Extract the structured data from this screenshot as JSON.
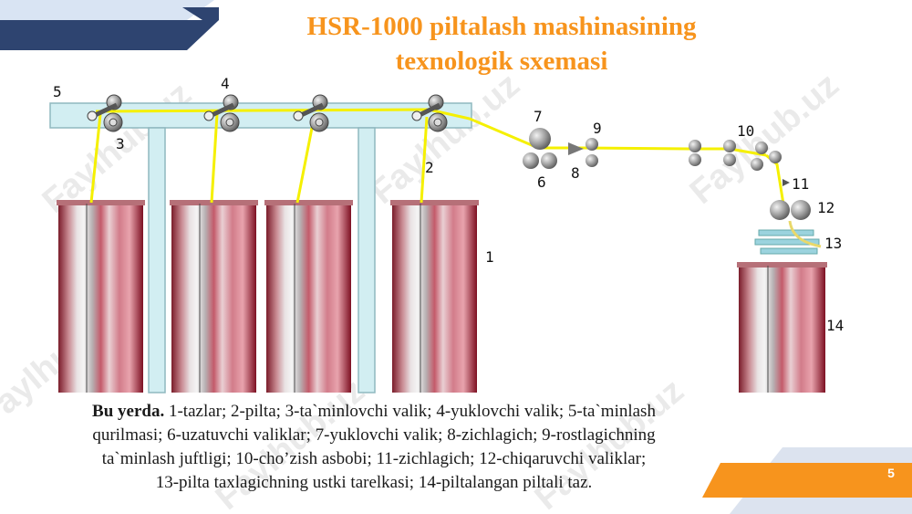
{
  "title_line1": "HSR-1000 piltalash mashinasining",
  "title_line2": "texnologik sxemasi",
  "caption": {
    "bold": "Bu yerda.",
    "line1": "1-tazlar; 2-pilta; 3-ta`minlovchi valik; 4-yuklovchi valik; 5-ta`minlash",
    "line2": "qurilmasi;  6-uzatuvchi valiklar; 7-yuklovchi valik; 8-zichlagich; 9-rostlagichning",
    "line3": "ta`minlash juftligi; 10-cho’zish asbobi; 11-zichlagich; 12-chiqaruvchi valiklar;",
    "line4": "13-pilta taxlagichning ustki tarelkasi;  14-piltalangan piltali taz."
  },
  "labels": {
    "n1": "1",
    "n2": "2",
    "n3": "3",
    "n4": "4",
    "n5": "5",
    "n6": "6",
    "n7": "7",
    "n8": "8",
    "n9": "9",
    "n10": "10",
    "n11": "11",
    "n12": "12",
    "n13": "13",
    "n14": "14"
  },
  "watermark": "Faylhub.uz",
  "page_number": "5",
  "colors": {
    "title": "#f7941d",
    "sliver": "#f5f000",
    "frame": "#cfeef2",
    "accent_orange": "#f7941d",
    "accent_navy": "#2e4470"
  }
}
